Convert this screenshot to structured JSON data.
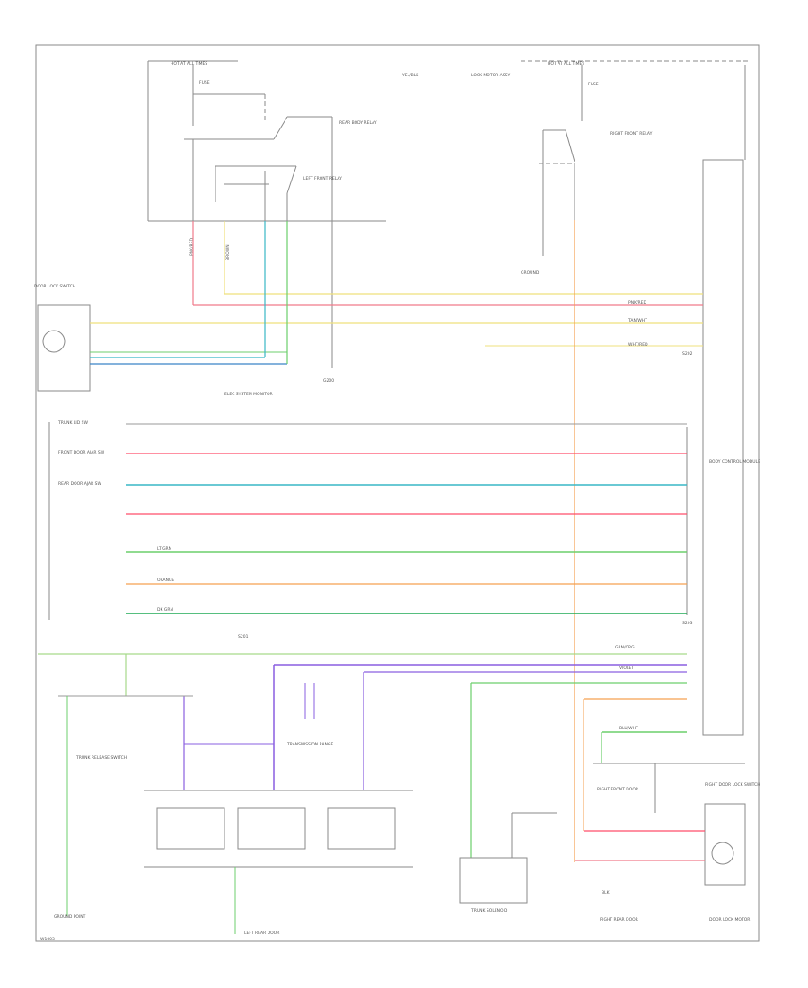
{
  "diagram": {
    "footer_code": "W1003",
    "nodes": {
      "hot_at_all_times_left": "HOT AT ALL TIMES",
      "fuse_left": "FUSE",
      "hot_at_all_times_right": "HOT AT ALL TIMES",
      "fuse_right": "FUSE",
      "rear_body_relay": "REAR BODY RELAY",
      "right_front_relay": "RIGHT FRONT RELAY",
      "left_front_relay": "LEFT FRONT RELAY",
      "ground_splice": "GROUND",
      "elec_system_monitor": "ELEC SYSTEM MONITOR",
      "bcm": "BODY CONTROL MODULE",
      "left_door_lock_switch": "DOOR LOCK SWITCH",
      "right_door_lock_switch": "RIGHT DOOR LOCK SWITCH",
      "door_lock_motor": "DOOR LOCK MOTOR",
      "lock_motor_assy": "LOCK MOTOR ASSY",
      "trunk_release_switch": "TRUNK RELEASE SWITCH",
      "right_front_door": "RIGHT FRONT DOOR",
      "left_rear_door": "LEFT REAR DOOR",
      "right_rear_door": "RIGHT REAR DOOR",
      "front_door_ajar_sw": "FRONT DOOR AJAR SW",
      "rear_door_ajar_sw": "REAR DOOR AJAR SW",
      "trunk_lid_sw": "TRUNK LID SW",
      "ground_point": "G200",
      "ground_bottom": "GROUND POINT",
      "splice_s201": "S201",
      "splice_s202": "S202",
      "splice_s203": "S203",
      "transmission_range": "TRANSMISSION RANGE",
      "trunk_solenoid": "TRUNK SOLENOID"
    },
    "wires": {
      "pnk_red_1": "PNK/RED",
      "pnk_red_2": "PNK/RED",
      "tan_wht": "TAN/WHT",
      "wht_red": "WHT/RED",
      "yel_blk": "YEL/BLK",
      "lt_grn": "LT GRN",
      "brown": "BROWN",
      "dk_grn": "DK GRN",
      "orange": "ORANGE",
      "violet": "VIOLET",
      "blu_wht": "BLU/WHT",
      "grn_org": "GRN/ORG",
      "blk": "BLK"
    },
    "colors": {
      "outline": "#8a8a8a",
      "pink": "#f07a8a",
      "red_pink": "#ff4d6a",
      "yellow": "#efe07c",
      "cyan": "#39b7c6",
      "teal_blue": "#3a83c8",
      "green": "#6ccf6c",
      "dark_green": "#1faa55",
      "orange": "#f5a050",
      "violet": "#8a5fe0",
      "light_green": "#a6d98a",
      "gray": "#9a9a9a"
    }
  }
}
